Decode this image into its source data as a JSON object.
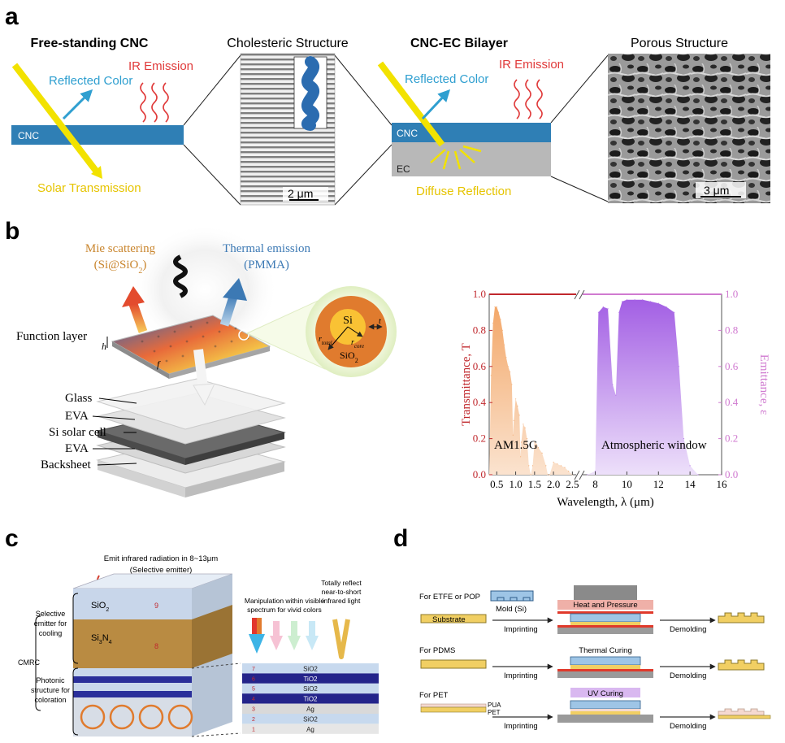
{
  "panel_a": {
    "letter": "a",
    "title_left": "Free-standing CNC",
    "title_cholesteric": "Cholesteric Structure",
    "title_bilayer": "CNC-EC Bilayer",
    "title_porous": "Porous Structure",
    "ir_emission_1": "IR Emission",
    "reflected_color_1": "Reflected Color",
    "cnc_label_1": "CNC",
    "solar_transmission": "Solar Transmission",
    "scale_cholesteric": "2 μm",
    "ir_emission_2": "IR Emission",
    "reflected_color_2": "Reflected Color",
    "cnc_label_2": "CNC",
    "ec_label": "EC",
    "diffuse_reflection": "Diffuse Reflection",
    "scale_porous": "3 μm",
    "colors": {
      "cnc": "#2f7fb5",
      "ec": "#b8b8b8",
      "solar": "#f2e200",
      "ir": "#e03a3a",
      "reflected": "#2f9fd0",
      "diffuse": "#e9c400"
    }
  },
  "panel_b": {
    "letter": "b",
    "mie_line1": "Mie scattering",
    "mie_line2": "(Si@SiO",
    "mie_sub": "2",
    "mie_close": ")",
    "thermal_line1": "Thermal emission",
    "thermal_line2": "(PMMA)",
    "function_layer": "Function layer",
    "h_label": "h",
    "f_label": "f",
    "si_label": "Si",
    "sio2_label": "SiO",
    "sio2_sub": "2",
    "r_total": "r",
    "r_total_sub": "total",
    "r_core": "r",
    "r_core_sub": "core",
    "t_label": "t",
    "layers": [
      "Glass",
      "EVA",
      "Si solar cell",
      "EVA",
      "Backsheet"
    ]
  },
  "chart_data": {
    "type": "area",
    "xlabel": "Wavelength, λ (μm)",
    "ylabel_left": "Transmittance, T",
    "ylabel_right": "Emittance, ε",
    "x_ticks_left": [
      "0.5",
      "1.0",
      "1.5",
      "2.0",
      "2.5"
    ],
    "x_ticks_right": [
      "8",
      "10",
      "12",
      "14",
      "16"
    ],
    "y_ticks": [
      "0.0",
      "0.2",
      "0.4",
      "0.6",
      "0.8",
      "1.0"
    ],
    "ylim": [
      0,
      1
    ],
    "xlim_segment1": [
      0.3,
      2.6
    ],
    "xlim_segment2": [
      7.2,
      16
    ],
    "annotations": [
      "AM1.5G",
      "Atmospheric window"
    ],
    "series": [
      {
        "name": "AM1.5G",
        "color": "#f4b27e",
        "x": [
          0.3,
          0.35,
          0.4,
          0.45,
          0.5,
          0.55,
          0.6,
          0.65,
          0.7,
          0.75,
          0.8,
          0.85,
          0.9,
          0.93,
          0.95,
          1.0,
          1.05,
          1.1,
          1.13,
          1.15,
          1.2,
          1.25,
          1.3,
          1.35,
          1.4,
          1.45,
          1.5,
          1.55,
          1.6,
          1.7,
          1.8,
          1.85,
          1.9,
          2.0,
          2.1,
          2.2,
          2.3,
          2.4,
          2.5
        ],
        "y": [
          0.0,
          0.55,
          0.84,
          0.93,
          0.93,
          0.9,
          0.86,
          0.8,
          0.72,
          0.65,
          0.6,
          0.57,
          0.5,
          0.22,
          0.3,
          0.42,
          0.38,
          0.33,
          0.1,
          0.18,
          0.28,
          0.26,
          0.2,
          0.05,
          0.0,
          0.05,
          0.18,
          0.17,
          0.15,
          0.12,
          0.05,
          0.0,
          0.0,
          0.07,
          0.06,
          0.05,
          0.04,
          0.02,
          0.0
        ]
      },
      {
        "name": "Atmospheric window",
        "color": "#b77de8",
        "x": [
          7.5,
          8.0,
          8.2,
          8.5,
          8.8,
          9.1,
          9.3,
          9.5,
          9.7,
          10.0,
          10.5,
          11.0,
          11.5,
          12.0,
          12.5,
          13.0,
          13.3,
          13.6,
          14.0,
          14.5
        ],
        "y": [
          0.0,
          0.02,
          0.9,
          0.93,
          0.92,
          0.5,
          0.44,
          0.9,
          0.96,
          0.97,
          0.97,
          0.97,
          0.96,
          0.95,
          0.93,
          0.9,
          0.6,
          0.2,
          0.05,
          0.0
        ]
      },
      {
        "name": "Transmittance",
        "color": "#c0282d",
        "x": [
          0.3,
          2.6
        ],
        "y": [
          1.0,
          1.0
        ]
      },
      {
        "name": "Emittance",
        "color": "#d07ad0",
        "x": [
          7.2,
          16
        ],
        "y": [
          1.0,
          1.0
        ]
      }
    ]
  },
  "panel_c": {
    "letter": "c",
    "emit_line1": "Emit infrared radiation in 8~13μm",
    "emit_line2": "(Selective emitter)",
    "selective_line1": "Selective",
    "selective_line2": "emitter for",
    "selective_line3": "cooling",
    "cmrc": "CMRC",
    "photonic_line1": "Photonic",
    "photonic_line2": "structure for",
    "photonic_line3": "coloration",
    "sio2_top": "SiO",
    "sio2_top_sub": "2",
    "si3n4": "Si",
    "si3n4_sub1": "3",
    "si3n4_mid": "N",
    "si3n4_sub2": "4",
    "layer_num_9": "9",
    "layer_num_8": "8",
    "manip_line1": "Manipulation within visible",
    "manip_line2": "spectrum for vivid colors",
    "reflect_line1": "Totally reflect",
    "reflect_line2": "near-to-short",
    "reflect_line3": "infrared light",
    "stack_layers": [
      {
        "num": "7",
        "label": "SiO2",
        "color": "#c7d9ee"
      },
      {
        "num": "6",
        "label": "TiO2",
        "color": "#24248a"
      },
      {
        "num": "5",
        "label": "SiO2",
        "color": "#c7d9ee"
      },
      {
        "num": "4",
        "label": "TiO2",
        "color": "#24248a"
      },
      {
        "num": "3",
        "label": "Ag",
        "color": "#d9d9d9"
      },
      {
        "num": "2",
        "label": "SiO2",
        "color": "#c7d9ee"
      },
      {
        "num": "1",
        "label": "Ag",
        "color": "#e6e6e6"
      }
    ]
  },
  "panel_d": {
    "letter": "d",
    "row1_label": "For ETFE or POP",
    "mold_label": "Mold (Si)",
    "substrate_label": "Substrate",
    "heat_pressure": "Heat and Pressure",
    "imprinting_1": "Imprinting",
    "demolding_1": "Demolding",
    "row2_label": "For PDMS",
    "thermal_curing": "Thermal Curing",
    "imprinting_2": "Imprinting",
    "demolding_2": "Demolding",
    "row3_label": "For PET",
    "pua_label": "PUA",
    "pet_label": "PET",
    "uv_curing": "UV Curing",
    "imprinting_3": "Imprinting",
    "demolding_3": "Demolding"
  }
}
